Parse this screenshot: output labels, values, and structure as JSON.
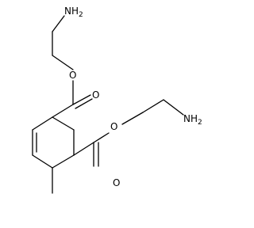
{
  "molecule": {
    "atoms": {
      "amine_top": {
        "symbol": "N",
        "hydrogens": "H",
        "h_count": "2"
      },
      "amine_right": {
        "symbol": "N",
        "hydrogens": "H",
        "h_count": "2"
      },
      "ester_o_top": "O",
      "carbonyl_o_top": "O",
      "ester_o_right": "O",
      "carbonyl_o_right": "O"
    }
  }
}
